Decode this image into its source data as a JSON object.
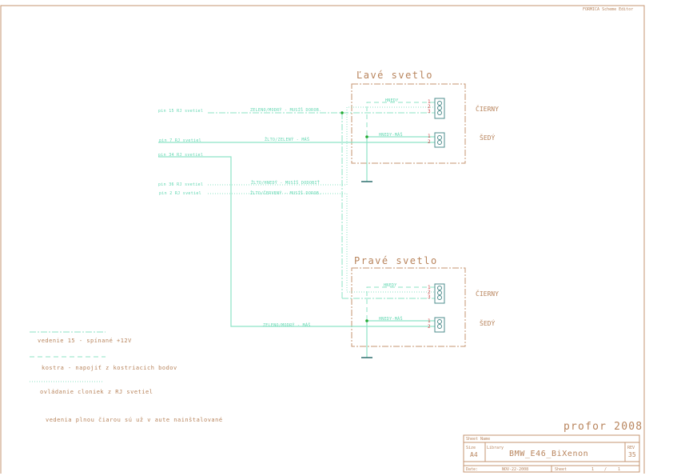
{
  "app_title": "FORMICA Scheme Editor",
  "blocks": {
    "left": {
      "title": "Ľavé svetlo",
      "conn_top": "ČIERNY",
      "conn_bottom": "ŠEDÝ",
      "wire_top": "HNEDY",
      "wire_bottom": "HNEDY-MÁŠ"
    },
    "right": {
      "title": "Pravé svetlo",
      "conn_top": "ČIERNY",
      "conn_bottom": "ŠEDÝ",
      "wire_top": "HNEDY",
      "wire_bottom": "HNEDY-MÁŠ"
    }
  },
  "pins": {
    "p1": "1",
    "p2": "2",
    "p3": "3"
  },
  "inputs": [
    {
      "source": "pin 15 RJ svetiel",
      "wire": "ZELENO/MODRÝ - MUSÍŠ DOROB."
    },
    {
      "source": "pin 7 RJ svetiel",
      "wire": "ŽLTO/ZELENÝ - MÁŠ"
    },
    {
      "source": "pin 34 RJ svetiel",
      "wire": "ZELENO/MODRÝ - MÁŠ"
    },
    {
      "source": "pin 36 RJ svetiel",
      "wire": "ŽLTO/HNEDÝ - MUSÍŠ DODOBIŤ"
    },
    {
      "source": "pin 2 RJ svetiel",
      "wire": "ŽLTO/ČERVENÝ - MUSÍŠ DOROB."
    }
  ],
  "legend": [
    "vedenie 15 - spínané +12V",
    "kostra - napojiť z kostriacich bodov",
    "ovládanie cloniek z RJ svetiel"
  ],
  "note": "vedenia plnou čiarou sú už v aute nainštalované",
  "author": "profor 2008",
  "title_block": {
    "sheet_name_label": "Sheet Name",
    "size_label": "Size",
    "size": "A4",
    "library_label": "Library",
    "library": "BMW_E46_BiXenon",
    "rev_label": "REV",
    "rev": "35",
    "date_label": "Date:",
    "date": "NOV-22-2008",
    "sheet_label": "Sheet",
    "sheet": "1",
    "sheet_sep": "/",
    "sheet_total": "1"
  },
  "colors": {
    "wire": "#8de3c6",
    "frame": "#c49470",
    "pin_number": "#d04848",
    "connector": "#4c8c8c",
    "junction": "#22aa33"
  }
}
